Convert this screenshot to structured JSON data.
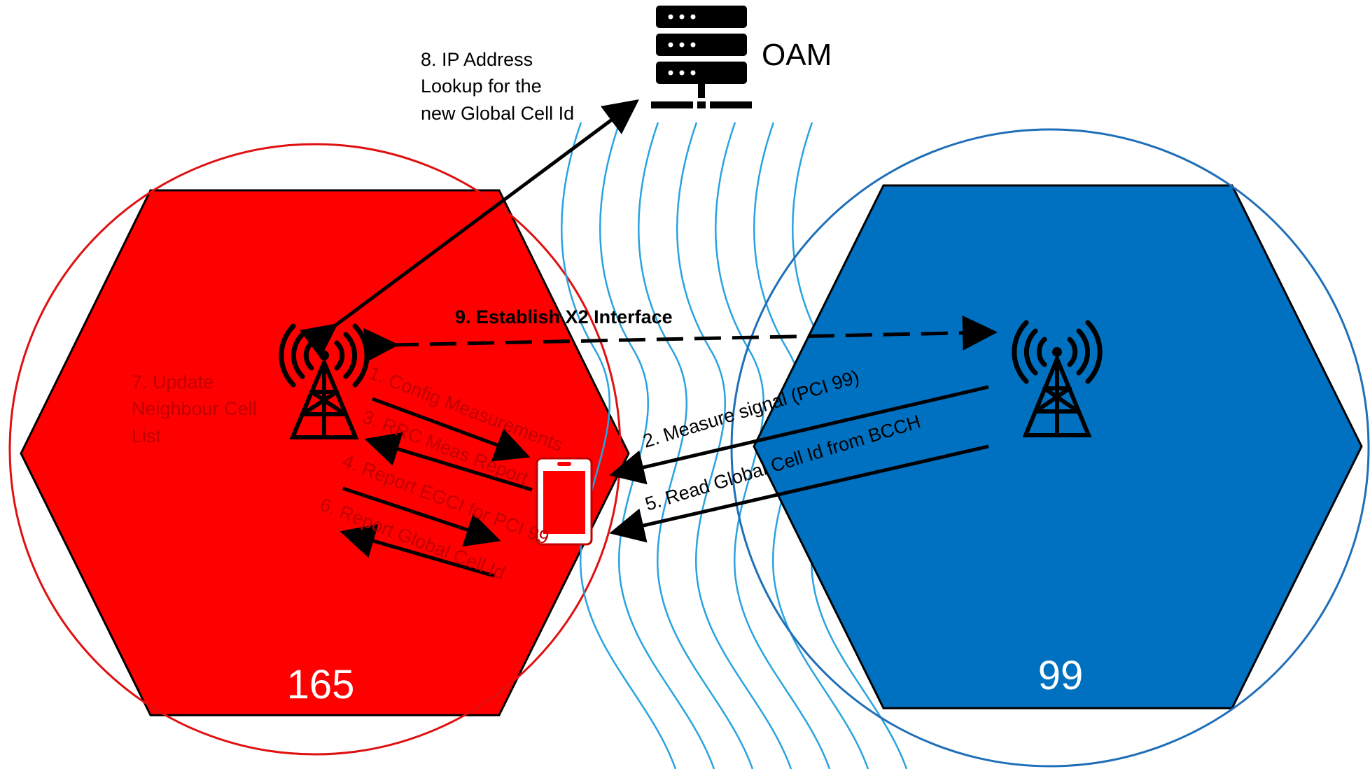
{
  "oam": {
    "label": "OAM",
    "icon": "server-icon"
  },
  "cells": [
    {
      "id": "165",
      "color": "#ff0000",
      "ring_color": "#e01010"
    },
    {
      "id": "99",
      "color": "#0070c0",
      "ring_color": "#1f6fb8"
    }
  ],
  "steps": {
    "s1": "1. Config Measurements",
    "s2": "2. Measure signal (PCI 99)",
    "s3": "3. RRC Meas Report",
    "s4": "4. Report EGCI for PCI 99",
    "s5": "5. Read Global Cell Id from BCCH",
    "s6": "6. Report Global Cell Id",
    "s7": [
      "7. Update",
      "Neighbour Cell",
      "List"
    ],
    "s8": [
      "8. IP Address",
      "Lookup for the",
      "new Global Cell Id"
    ],
    "s9": "9. Establish X2 Interface"
  },
  "colors": {
    "wave": "#29a3e0",
    "arrow": "#000000",
    "phone_border": "#c00000"
  }
}
